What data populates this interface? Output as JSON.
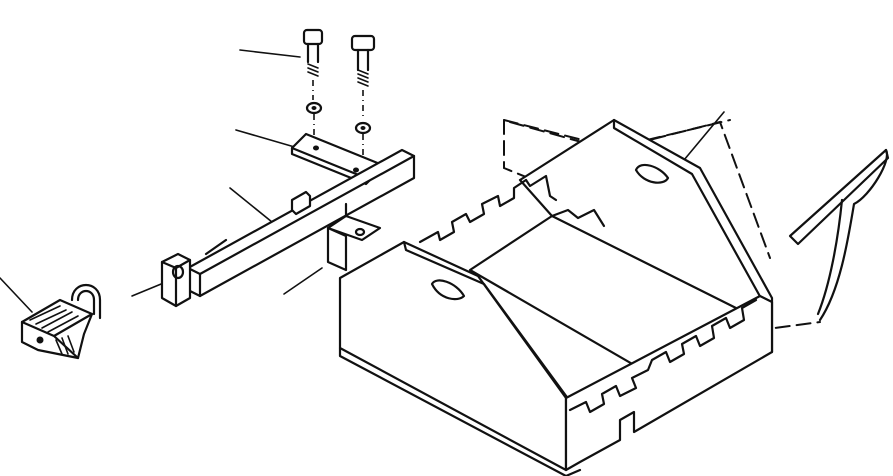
{
  "figure": {
    "parts": [
      {
        "id": "cap-screw-left"
      },
      {
        "id": "cap-screw-right"
      },
      {
        "id": "lock-washers"
      },
      {
        "id": "retaining-plate"
      },
      {
        "id": "hold-down-bracket"
      },
      {
        "id": "support-bracket"
      },
      {
        "id": "padlock"
      },
      {
        "id": "battery-box"
      },
      {
        "id": "battery-box-cover"
      }
    ]
  }
}
